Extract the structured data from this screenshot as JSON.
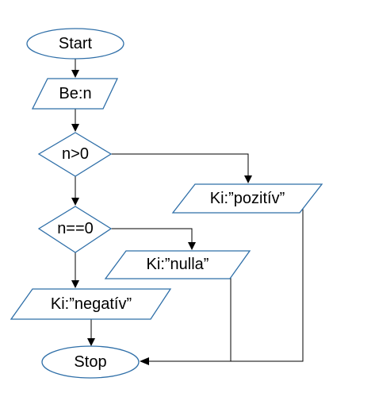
{
  "diagram": {
    "nodes": [
      {
        "id": "start",
        "shape": "terminator",
        "label": "Start"
      },
      {
        "id": "input",
        "shape": "input-output",
        "label": "Be:n"
      },
      {
        "id": "cond1",
        "shape": "decision",
        "label": "n>0"
      },
      {
        "id": "out-positive",
        "shape": "input-output",
        "label": "Ki:”pozitív”"
      },
      {
        "id": "cond2",
        "shape": "decision",
        "label": "n==0"
      },
      {
        "id": "out-zero",
        "shape": "input-output",
        "label": "Ki:”nulla”"
      },
      {
        "id": "out-negative",
        "shape": "input-output",
        "label": "Ki:”negatív”"
      },
      {
        "id": "stop",
        "shape": "terminator",
        "label": "Stop"
      }
    ],
    "edges": [
      {
        "from": "start",
        "to": "input"
      },
      {
        "from": "input",
        "to": "cond1"
      },
      {
        "from": "cond1",
        "to": "out-positive"
      },
      {
        "from": "cond1",
        "to": "cond2"
      },
      {
        "from": "cond2",
        "to": "out-zero"
      },
      {
        "from": "cond2",
        "to": "out-negative"
      },
      {
        "from": "out-negative",
        "to": "stop"
      },
      {
        "from": "out-zero",
        "to": "stop"
      },
      {
        "from": "out-positive",
        "to": "stop"
      }
    ],
    "colors": {
      "shape_stroke": "#2f6fa8",
      "shape_fill": "#ffffff",
      "connector": "#000000"
    }
  }
}
